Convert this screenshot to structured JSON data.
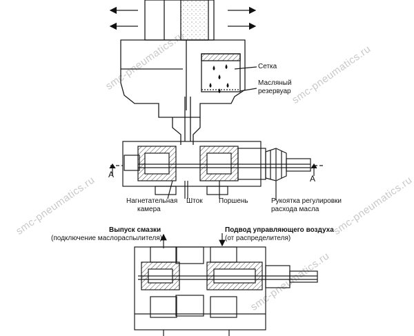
{
  "labels": {
    "mesh": "Сетка",
    "oil_reservoir_1": "Масляный",
    "oil_reservoir_2": "резервуар",
    "section_a_left": "A",
    "section_a_right": "A",
    "pressure_chamber_1": "Нагнетательная",
    "pressure_chamber_2": "камера",
    "rod": "Шток",
    "piston": "Поршень",
    "flow_knob_1": "Рукоятка регулировки",
    "flow_knob_2": "расхода масла",
    "lube_outlet_title": "Выпуск смазки",
    "lube_outlet_sub": "(подключение маслораспылителя)",
    "control_air_title": "Подвод управляющего воздуха",
    "control_air_sub": "(от распределителя)"
  },
  "watermark": "smc-pneumatics.ru",
  "colors": {
    "line": "#1a1a1a",
    "fill": "#f2f2f2",
    "hatch": "#555555",
    "watermark": "#c9c9c9"
  }
}
